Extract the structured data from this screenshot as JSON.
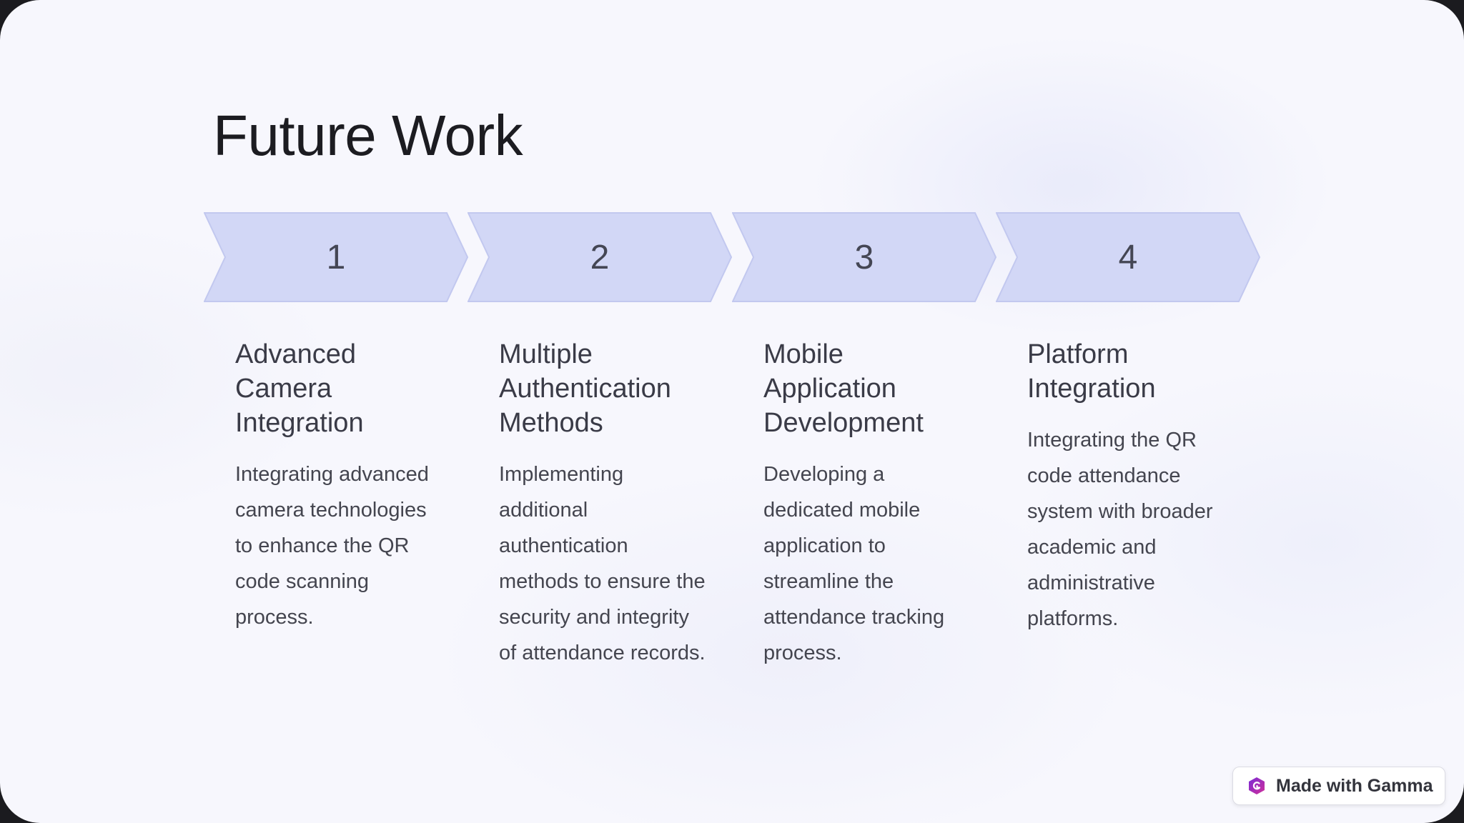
{
  "slide": {
    "title": "Future Work",
    "steps": [
      {
        "number": "1",
        "heading": "Advanced Camera Integration",
        "description": "Integrating advanced camera technologies to enhance the QR code scanning process."
      },
      {
        "number": "2",
        "heading": "Multiple Authentication Methods",
        "description": "Implementing additional authentication methods to ensure the security and integrity of attendance records."
      },
      {
        "number": "3",
        "heading": "Mobile Application Development",
        "description": "Developing a dedicated mobile application to streamline the attendance tracking process."
      },
      {
        "number": "4",
        "heading": "Platform Integration",
        "description": "Integrating the QR code attendance system with broader academic and administrative platforms."
      }
    ]
  },
  "badge": {
    "label": "Made with Gamma",
    "icon": "gamma-logo-icon"
  },
  "colors": {
    "background": "#f7f7fd",
    "chevron_fill": "#d2d7f6",
    "chevron_stroke": "#c2c8ef",
    "title": "#1c1c21",
    "body_text": "#44454f"
  }
}
